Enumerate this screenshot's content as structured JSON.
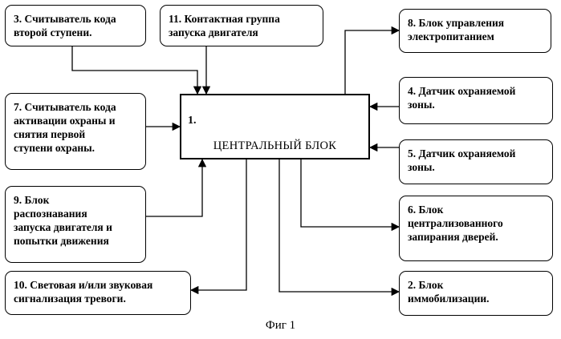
{
  "diagram": {
    "center": {
      "number": "1.",
      "title": "ЦЕНТРАЛЬНЫЙ БЛОК"
    },
    "blocks": {
      "b3": "3. Считыватель кода\nвторой ступени.",
      "b11": "11. Контактная группа\nзапуска двигателя",
      "b8": "8. Блок управления\nэлектропитанием",
      "b7": "7. Считыватель кода\nактивации охраны и\nснятия первой\nступени охраны.",
      "b4": "4. Датчик охраняемой\nзоны.",
      "b5": "5. Датчик охраняемой\nзоны.",
      "b9": "9. Блок\nраспознавания\nзапуска двигателя и\nпопытки движения",
      "b6": "6. Блок\nцентрализованного\nзапирания дверей.",
      "b10": "10. Световая и/или звуковая\nсигнализация тревоги.",
      "b2": "2. Блок\nиммобилизации."
    },
    "caption": "Фиг 1"
  }
}
